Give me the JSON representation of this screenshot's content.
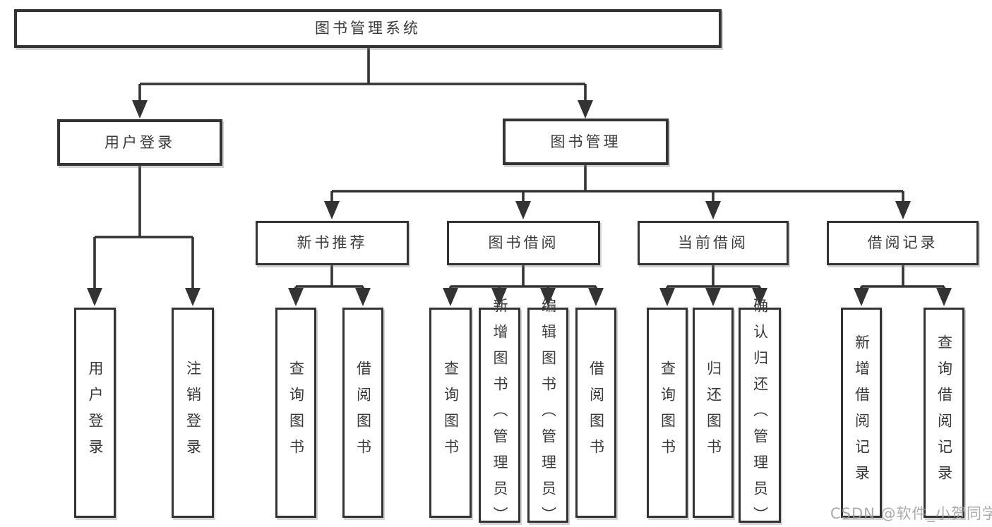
{
  "tree": {
    "root": {
      "label": "图书管理系统"
    },
    "level2": [
      {
        "label": "用户登录",
        "children": [
          {
            "label": "用户登录"
          },
          {
            "label": "注销登录"
          }
        ]
      },
      {
        "label": "图书管理",
        "children": [
          {
            "label": "新书推荐",
            "children": [
              {
                "label": "查询图书"
              },
              {
                "label": "借阅图书"
              }
            ]
          },
          {
            "label": "图书借阅",
            "children": [
              {
                "label": "查询图书"
              },
              {
                "label": "新增图书（管理员）"
              },
              {
                "label": "编辑图书（管理员）"
              },
              {
                "label": "借阅图书"
              }
            ]
          },
          {
            "label": "当前借阅",
            "children": [
              {
                "label": "查询图书"
              },
              {
                "label": "归还图书"
              },
              {
                "label": "确认归还（管理员）"
              }
            ]
          },
          {
            "label": "借阅记录",
            "children": [
              {
                "label": "新增借阅记录"
              },
              {
                "label": "查询借阅记录"
              }
            ]
          }
        ]
      }
    ]
  },
  "watermark": {
    "text": "CSDN @软件_小贺同学"
  },
  "colors": {
    "line": "#333333",
    "box_border": "#333333",
    "text": "#3a3a3a",
    "background": "#ffffff",
    "watermark": "#9c9c9c"
  }
}
